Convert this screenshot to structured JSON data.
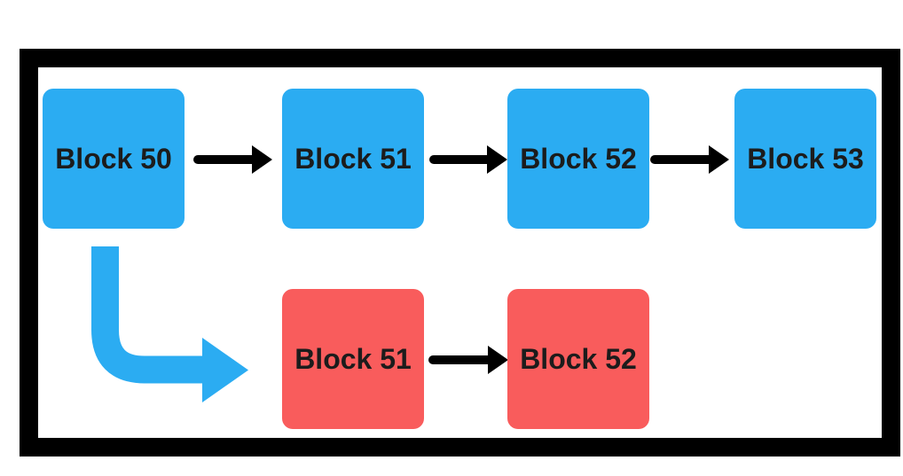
{
  "diagram": {
    "type": "blockchain-fork",
    "colors": {
      "block_blue": "#2bacf2",
      "block_red": "#f95c5c",
      "arrow_black": "#000000",
      "fork_arrow_blue": "#2bacf2",
      "frame_black": "#000000",
      "label_text": "#1c1c1c",
      "canvas_bg": "#ffffff"
    },
    "main_chain": [
      {
        "label": "Block 50"
      },
      {
        "label": "Block 51"
      },
      {
        "label": "Block 52"
      },
      {
        "label": "Block 53"
      }
    ],
    "fork_chain": [
      {
        "label": "Block 51"
      },
      {
        "label": "Block 52"
      }
    ]
  }
}
